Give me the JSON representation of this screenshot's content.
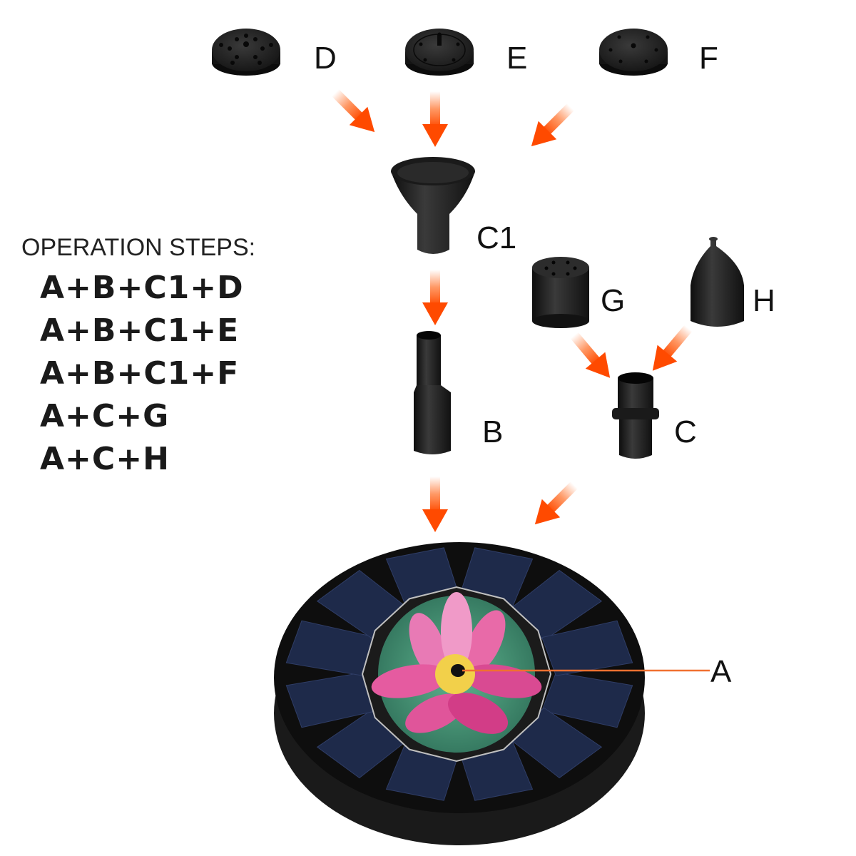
{
  "title": "OPERATION STEPS:",
  "steps": [
    "A+B+C1+D",
    "A+B+C1+E",
    "A+B+C1+F",
    "A+C+G",
    "A+C+H"
  ],
  "parts": {
    "A": "A",
    "B": "B",
    "C": "C",
    "C1": "C1",
    "D": "D",
    "E": "E",
    "F": "F",
    "G": "G",
    "H": "H"
  },
  "colors": {
    "arrow": "#ff5a14",
    "leader_line": "#f07030",
    "part_black": "#1c1c1c",
    "solar_cell": "#1e2a4a",
    "lotus_pink": "#e0559a",
    "leaf_green": "#3f9a7a"
  }
}
